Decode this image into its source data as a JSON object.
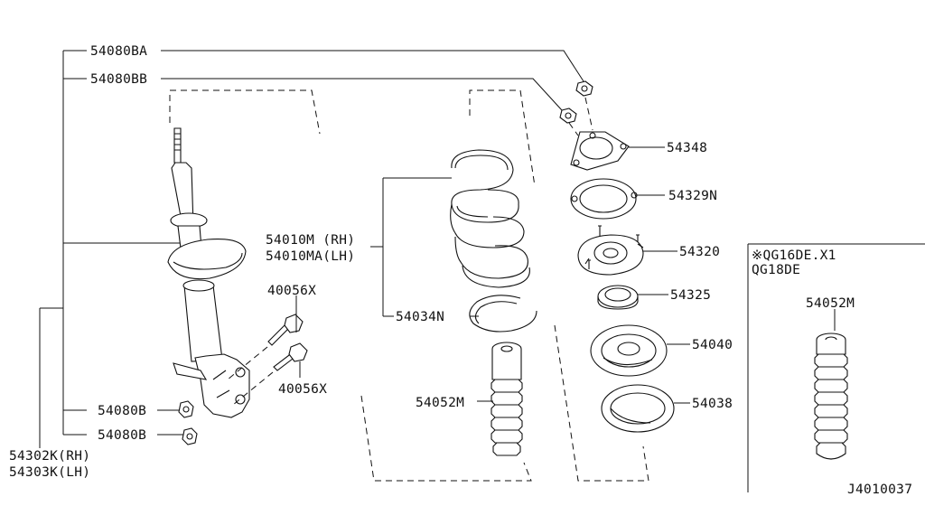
{
  "diagram": {
    "callouts": {
      "nut_top_a": "54080BA",
      "nut_top_b": "54080BB",
      "spring": "54010M (RH)",
      "spring_lh": "54010MA(LH)",
      "bolt_1": "40056X",
      "bolt_2": "40056X",
      "spring_seat": "54034N",
      "bump_stop": "54052M",
      "nut_lower_1": "54080B",
      "nut_lower_2": "54080B",
      "strut_rh": "54302K(RH)",
      "strut_lh": "54303K(LH)",
      "plate": "54348",
      "insulator_upper": "54329N",
      "mount": "54320",
      "bearing": "54325",
      "seat_upper": "54040",
      "rubber_seat": "54038"
    },
    "inset": {
      "line1": "※QG16DE.X1",
      "line2": "QG18DE",
      "part": "54052M"
    },
    "diagram_code": "J4010037"
  }
}
